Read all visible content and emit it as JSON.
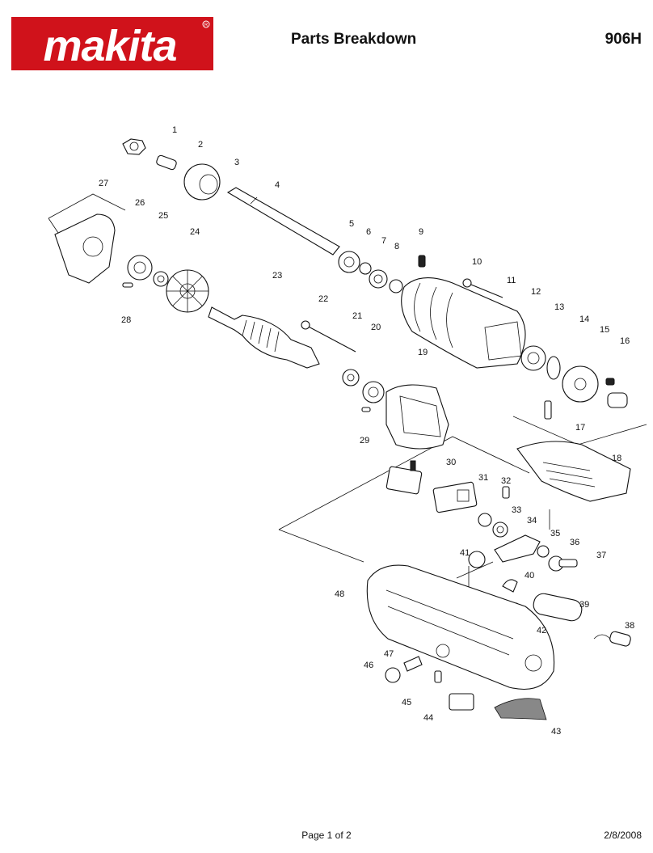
{
  "header": {
    "brand": "makita",
    "title": "Parts Breakdown",
    "model": "906H"
  },
  "diagram": {
    "callouts": [
      "1",
      "2",
      "3",
      "4",
      "5",
      "6",
      "7",
      "8",
      "9",
      "10",
      "11",
      "12",
      "13",
      "14",
      "15",
      "16",
      "17",
      "18",
      "19",
      "20",
      "21",
      "22",
      "23",
      "24",
      "25",
      "26",
      "27",
      "28",
      "29",
      "30",
      "31",
      "32",
      "33",
      "34",
      "35",
      "36",
      "37",
      "38",
      "39",
      "40",
      "41",
      "42",
      "43",
      "44",
      "45",
      "46",
      "47",
      "48"
    ]
  },
  "footer": {
    "page": "Page 1 of 2",
    "date": "2/8/2008"
  }
}
